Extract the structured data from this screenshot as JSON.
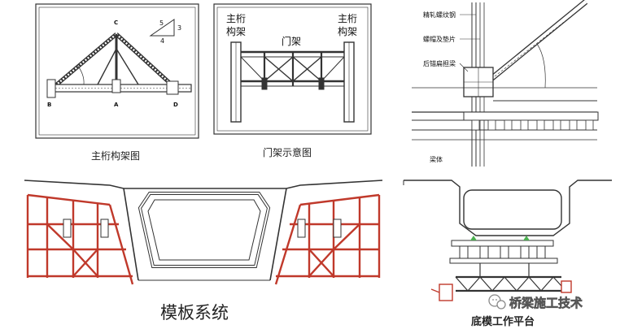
{
  "panels": {
    "truss": {
      "caption": "主桁构架图",
      "points": [
        "C",
        "B",
        "A",
        "D"
      ],
      "ratio": [
        "5",
        "3",
        "4"
      ]
    },
    "gantry": {
      "caption": "门架示意图",
      "left_label": [
        "主桁",
        "构架"
      ],
      "right_label": [
        "主桁",
        "构架"
      ],
      "center_label": "门架"
    },
    "anchor": {
      "labels": [
        "精轧螺纹钢",
        "螺帽及垫片",
        "后锚扁担梁",
        "梁体"
      ]
    },
    "formwork": {
      "caption": "模板系统"
    },
    "platform": {
      "caption": "底模工作平台"
    }
  },
  "watermark": {
    "text": "桥梁施工技术"
  },
  "colors": {
    "formwork_red": "#c0392b",
    "line": "#333333"
  }
}
